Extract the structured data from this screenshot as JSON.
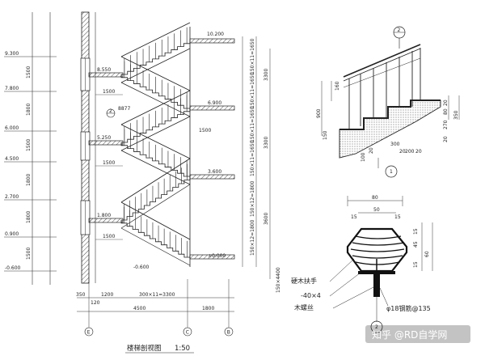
{
  "left_drawing": {
    "caption": "楼梯剖视图",
    "scale": "1:50",
    "elevations_left": [
      "9.300",
      "7.800",
      "6.000",
      "4.500",
      "2.700",
      "0.900",
      "-0.600"
    ],
    "level_dims_left": [
      "1500",
      "1800",
      "1500",
      "1800",
      "1800",
      "1500"
    ],
    "landing_levels": [
      "10.200",
      "8.550",
      "6.900",
      "5.250",
      "3.600",
      "1.800",
      "±0.000",
      "-0.600"
    ],
    "landing_width_labels": [
      "1500",
      "1500",
      "1500",
      "1500"
    ],
    "flight_dims_right": [
      "150×11=1650",
      "150×11=1650",
      "150×11=1650",
      "150×11=1650",
      "150×12=1800",
      "150×12=1800"
    ],
    "floor_heights_right": [
      "3300",
      "3300",
      "3600"
    ],
    "total_height": "150×4400",
    "bottom_dims": [
      "350",
      "1200",
      "300×11=3300",
      "4500",
      "1800",
      "120"
    ],
    "grid_axes": [
      "E",
      "C",
      "B"
    ],
    "detail_ref": "8877",
    "detail_ref_circle": "2"
  },
  "detail_1": {
    "ref_number": "1",
    "balloon_number": "2",
    "dims": [
      "160",
      "900",
      "150",
      "20",
      "80",
      "270",
      "350",
      "300",
      "20",
      "200",
      "20",
      "100",
      "20",
      "20"
    ]
  },
  "detail_2": {
    "ref_number": "2",
    "dims": [
      "80",
      "50",
      "15",
      "15",
      "15",
      "45",
      "15",
      "60"
    ],
    "labels": [
      "硬木扶手",
      "-40×4",
      "木螺丝",
      "φ18钢筋@135"
    ]
  },
  "watermark": "知乎 @RD自学网"
}
